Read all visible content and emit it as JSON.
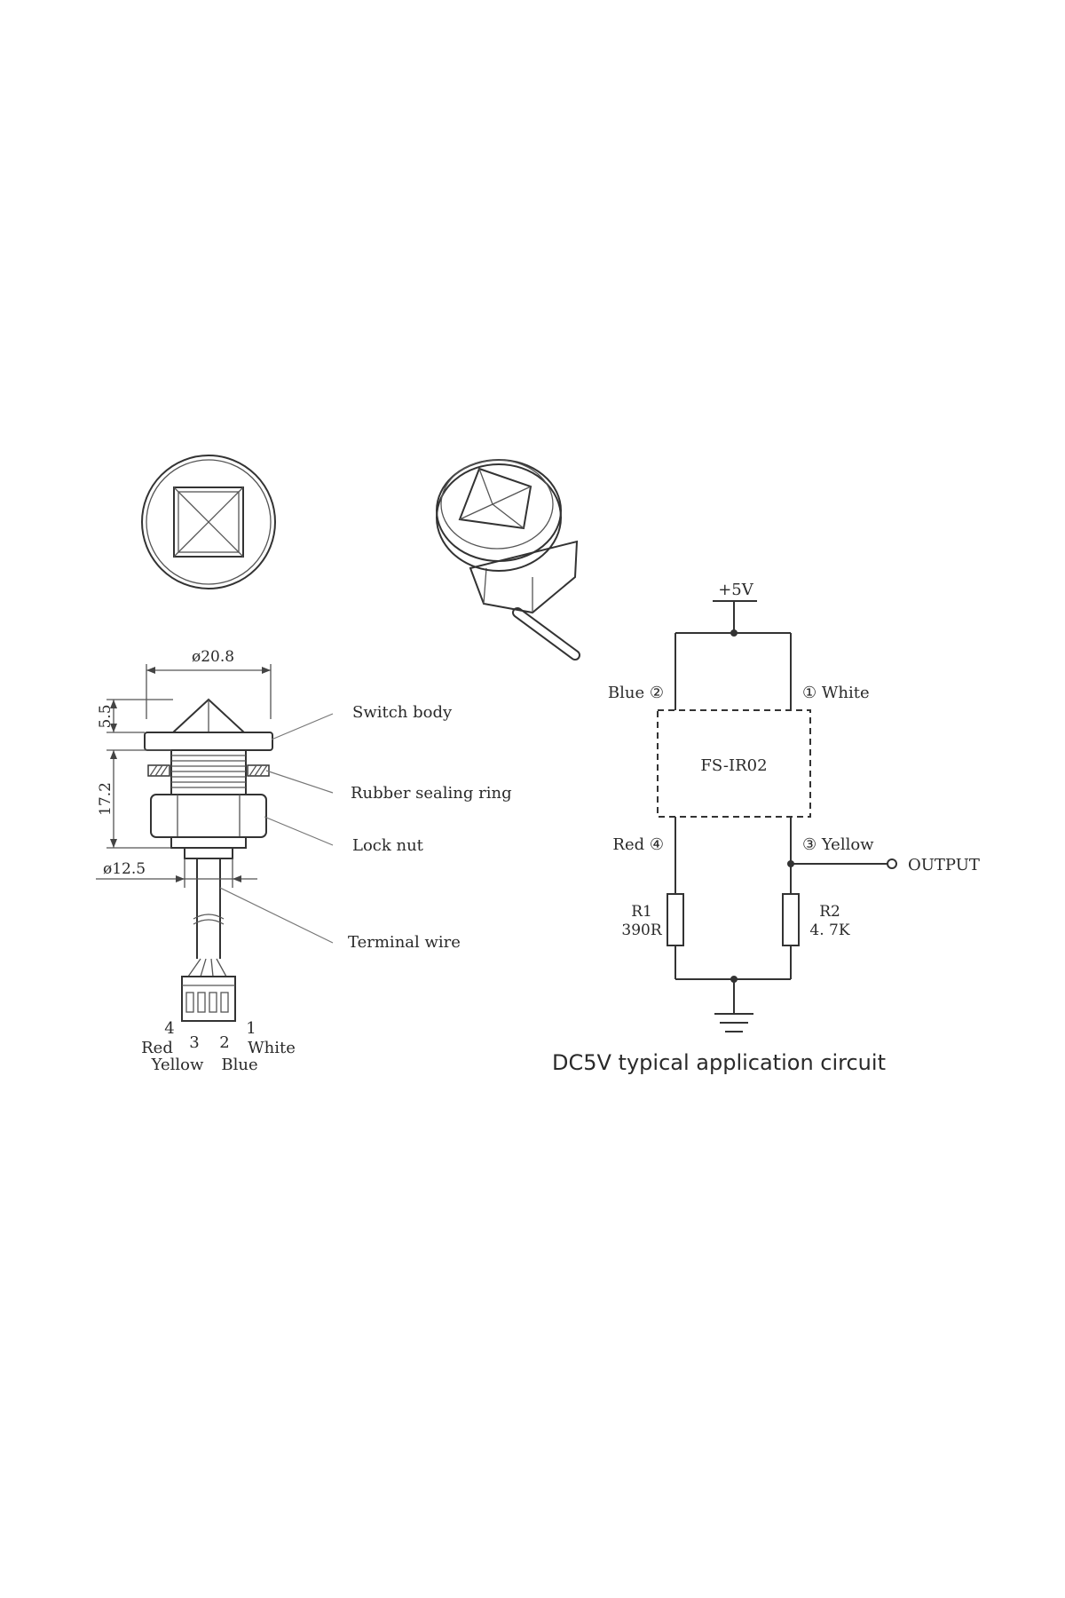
{
  "drawing": {
    "dimensions": {
      "head_diameter": "ø20.8",
      "cap_height": "5.5",
      "body_height": "17.2",
      "stem_diameter": "ø12.5"
    },
    "callouts": {
      "switch_body": "Switch body",
      "rubber_sealing_ring": "Rubber sealing ring",
      "lock_nut": "Lock nut",
      "terminal_wire": "Terminal wire"
    },
    "connector_pins": [
      {
        "number": "4",
        "color": "Red"
      },
      {
        "number": "3",
        "color": "Yellow"
      },
      {
        "number": "2",
        "color": "Blue"
      },
      {
        "number": "1",
        "color": "White"
      }
    ]
  },
  "circuit": {
    "supply": "+5V",
    "module": "FS-IR02",
    "pins": {
      "blue": "Blue ②",
      "white": "① White",
      "red": "Red ④",
      "yellow": "③ Yellow"
    },
    "output": "OUTPUT",
    "r1": {
      "name": "R1",
      "value": "390R"
    },
    "r2": {
      "name": "R2",
      "value": "4. 7K"
    },
    "caption": "DC5V typical application circuit"
  }
}
